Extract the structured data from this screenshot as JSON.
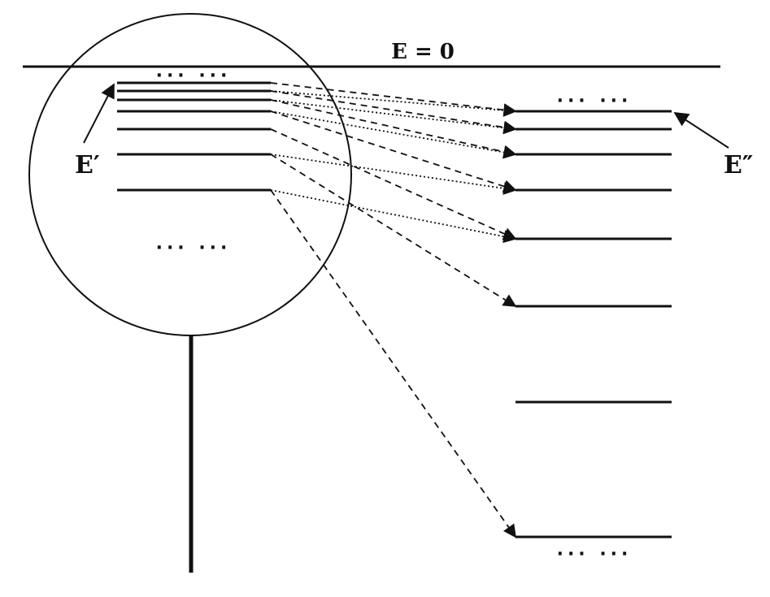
{
  "labels": {
    "zero_level": "E = 0",
    "left_energy": "E′",
    "right_energy": "E″",
    "ellipsis": "··· ···"
  },
  "colors": {
    "ink": "#111111",
    "background": "#ffffff"
  },
  "levels": {
    "left_count": 7,
    "right_count": 8
  },
  "transitions": {
    "dashed": [
      [
        0,
        0
      ],
      [
        1,
        1
      ],
      [
        2,
        2
      ],
      [
        3,
        3
      ],
      [
        4,
        4
      ],
      [
        5,
        5
      ],
      [
        6,
        7
      ]
    ],
    "dotted": [
      [
        1,
        0
      ],
      [
        2,
        1
      ],
      [
        3,
        2
      ],
      [
        5,
        3
      ],
      [
        6,
        4
      ]
    ]
  }
}
